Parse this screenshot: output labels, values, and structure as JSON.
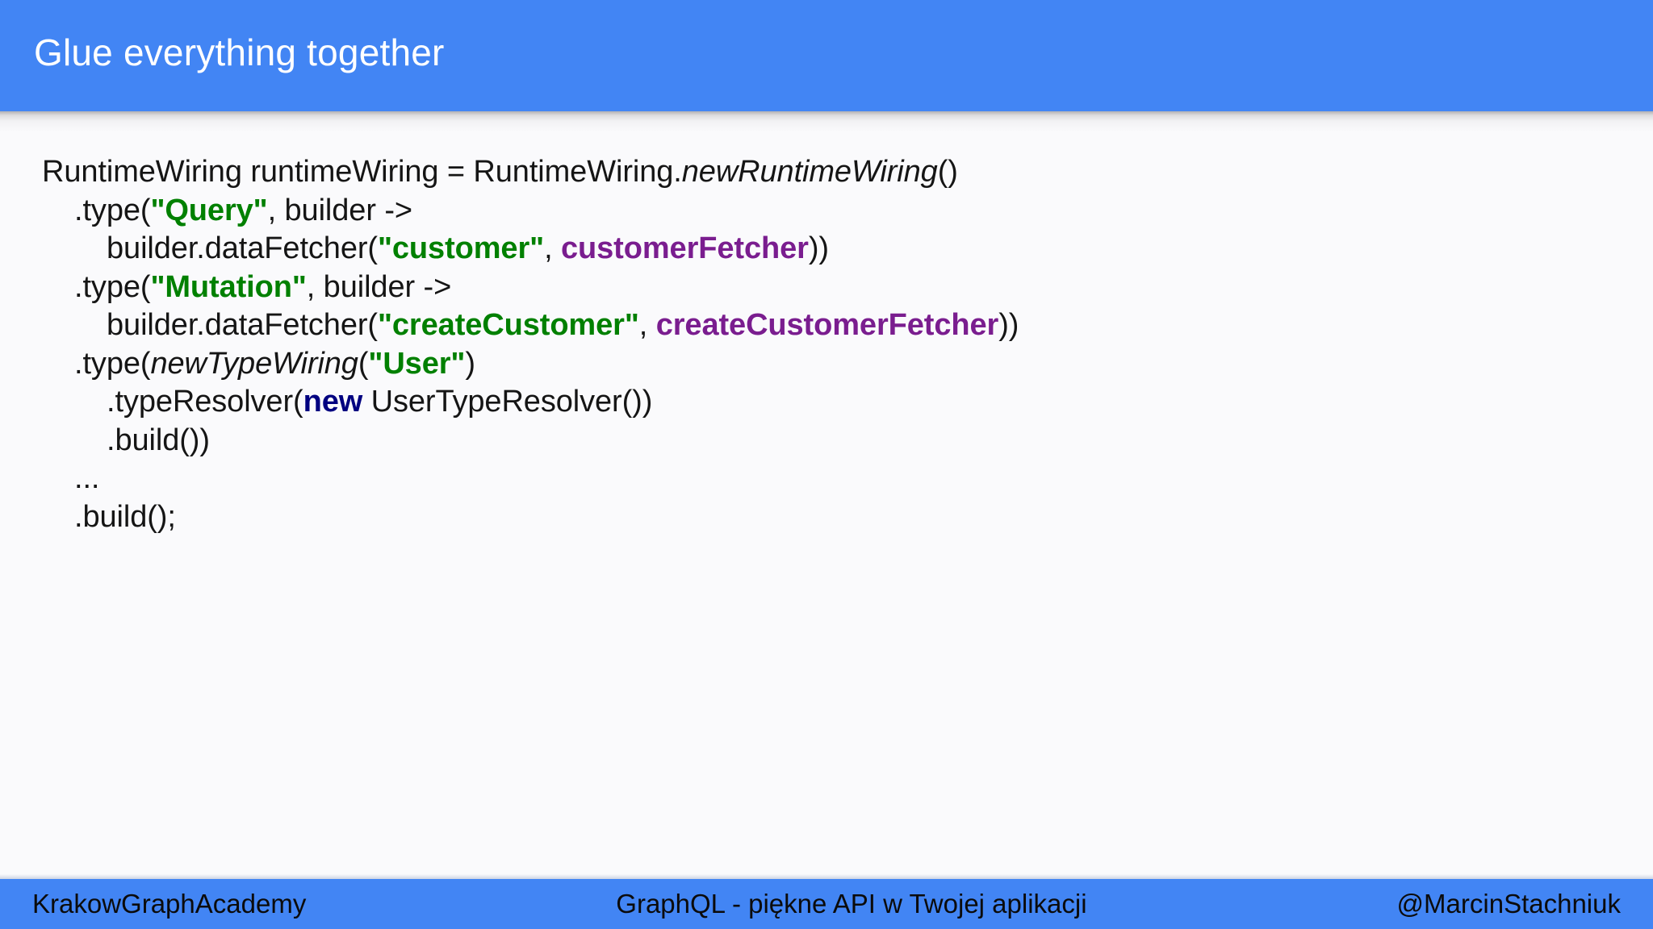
{
  "slide": {
    "title": "Glue everything together",
    "theme": {
      "accent": "#4285f4",
      "background": "#fafafc",
      "title_color": "#ffffff",
      "code_color": "#151515",
      "string_color": "#008000",
      "field_color": "#7a1d8f",
      "keyword_color": "#000080"
    }
  },
  "code": {
    "language": "java",
    "lines": [
      {
        "indent": 0,
        "tokens": [
          {
            "type": "plain",
            "text": "RuntimeWiring runtimeWiring = RuntimeWiring."
          },
          {
            "type": "method",
            "text": "newRuntimeWiring"
          },
          {
            "type": "plain",
            "text": "()"
          }
        ]
      },
      {
        "indent": 1,
        "tokens": [
          {
            "type": "plain",
            "text": ".type("
          },
          {
            "type": "string",
            "text": "\"Query\""
          },
          {
            "type": "plain",
            "text": ", builder ->"
          }
        ]
      },
      {
        "indent": 2,
        "tokens": [
          {
            "type": "plain",
            "text": "builder.dataFetcher("
          },
          {
            "type": "string",
            "text": "\"customer\""
          },
          {
            "type": "plain",
            "text": ", "
          },
          {
            "type": "field",
            "text": "customerFetcher"
          },
          {
            "type": "plain",
            "text": "))"
          }
        ]
      },
      {
        "indent": 1,
        "tokens": [
          {
            "type": "plain",
            "text": ".type("
          },
          {
            "type": "string",
            "text": "\"Mutation\""
          },
          {
            "type": "plain",
            "text": ", builder ->"
          }
        ]
      },
      {
        "indent": 2,
        "tokens": [
          {
            "type": "plain",
            "text": "builder.dataFetcher("
          },
          {
            "type": "string",
            "text": "\"createCustomer\""
          },
          {
            "type": "plain",
            "text": ", "
          },
          {
            "type": "field",
            "text": "createCustomerFetcher"
          },
          {
            "type": "plain",
            "text": "))"
          }
        ]
      },
      {
        "indent": 1,
        "tokens": [
          {
            "type": "plain",
            "text": ".type("
          },
          {
            "type": "method",
            "text": "newTypeWiring"
          },
          {
            "type": "plain",
            "text": "("
          },
          {
            "type": "string",
            "text": "\"User\""
          },
          {
            "type": "plain",
            "text": ")"
          }
        ]
      },
      {
        "indent": 2,
        "tokens": [
          {
            "type": "plain",
            "text": ".typeResolver("
          },
          {
            "type": "keyword",
            "text": "new"
          },
          {
            "type": "plain",
            "text": " UserTypeResolver())"
          }
        ]
      },
      {
        "indent": 2,
        "tokens": [
          {
            "type": "plain",
            "text": ".build())"
          }
        ]
      },
      {
        "indent": 1,
        "tokens": [
          {
            "type": "plain",
            "text": "..."
          }
        ]
      },
      {
        "indent": 1,
        "tokens": [
          {
            "type": "plain",
            "text": ".build();"
          }
        ]
      }
    ]
  },
  "footer": {
    "left": "KrakowGraphAcademy",
    "center": "GraphQL - piękne API w Twojej aplikacji",
    "right": "@MarcinStachniuk"
  }
}
